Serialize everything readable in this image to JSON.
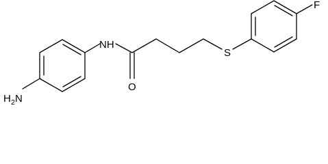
{
  "molecule": {
    "atoms": {
      "amine_h": "H",
      "amine_h_count": "2",
      "amine_n": "N",
      "amide_nh": "NH",
      "carbonyl_o": "O",
      "sulfur": "S",
      "fluorine": "F"
    }
  }
}
